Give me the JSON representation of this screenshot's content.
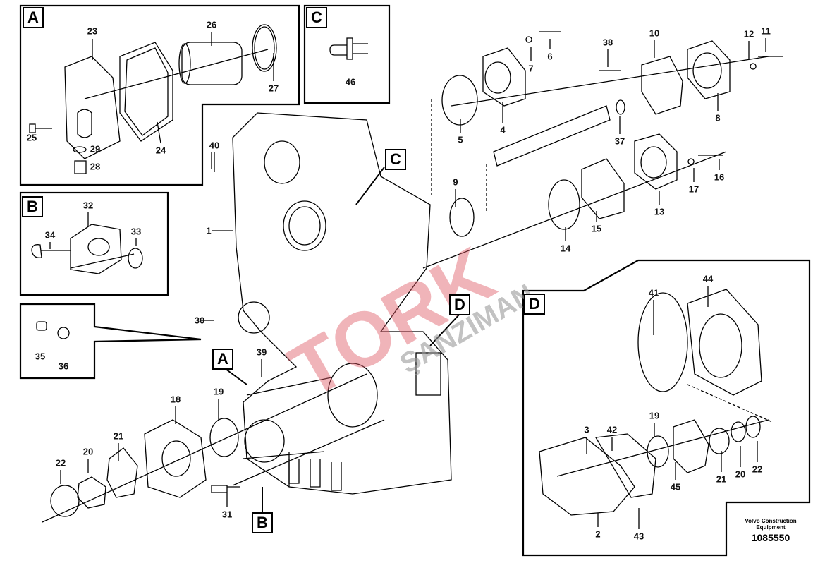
{
  "frame_labels": {
    "A": "A",
    "B": "B",
    "C": "C",
    "D": "D"
  },
  "callouts": {
    "c1": "1",
    "c2": "2",
    "c3": "3",
    "c4": "4",
    "c5": "5",
    "c6": "6",
    "c7": "7",
    "c8": "8",
    "c9": "9",
    "c10": "10",
    "c11": "11",
    "c12": "12",
    "c13": "13",
    "c14": "14",
    "c15": "15",
    "c16": "16",
    "c17": "17",
    "c18": "18",
    "c19": "19",
    "c20": "20",
    "c21": "21",
    "c22": "22",
    "c23": "23",
    "c24": "24",
    "c25": "25",
    "c26": "26",
    "c27": "27",
    "c28": "28",
    "c29": "29",
    "c30": "30",
    "c31": "31",
    "c32": "32",
    "c33": "33",
    "c34": "34",
    "c35": "35",
    "c36": "36",
    "c37": "37",
    "c38": "38",
    "c39": "39",
    "c40": "40",
    "c41": "41",
    "c42": "42",
    "c43": "43",
    "c44": "44",
    "c45": "45",
    "c46": "46"
  },
  "footer": {
    "company_line1": "Volvo Construction",
    "company_line2": "Equipment",
    "drawing_number": "1085550"
  },
  "watermark": {
    "brand": "TORK",
    "sub": "ŞANZIMAN",
    "brand_color": "#e05a66",
    "sub_color": "#9a9a9a"
  }
}
